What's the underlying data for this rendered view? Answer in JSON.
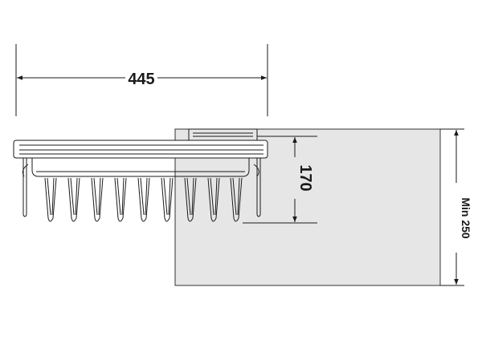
{
  "dimensions": {
    "width_label": "445",
    "depth_label": "170",
    "min_height_label": "Min 250"
  },
  "colors": {
    "line": "#1a1a1a",
    "panel_fill": "#e6e6e6",
    "panel_stroke": "#333333"
  },
  "tine_count": 9
}
